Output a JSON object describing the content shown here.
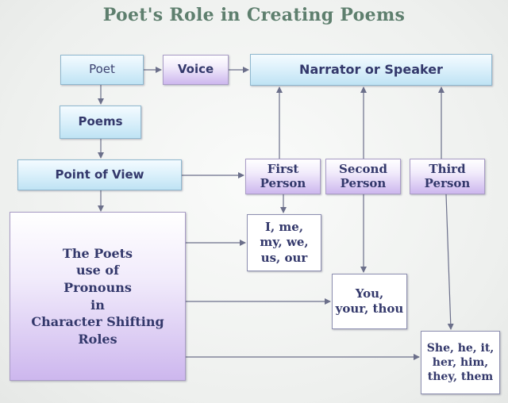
{
  "title": "Poet's Role in Creating Poems",
  "nodes": {
    "poet": "Poet",
    "voice": "Voice",
    "narrator": "Narrator or Speaker",
    "poems": "Poems",
    "point_of_view": "Point of View",
    "first_person": [
      "First",
      "Person"
    ],
    "second_person": [
      "Second",
      "Person"
    ],
    "third_person": [
      "Third",
      "Person"
    ],
    "pronoun_roles": [
      "The Poets",
      "use of",
      "Pronouns",
      "in",
      "Character Shifting",
      "Roles"
    ],
    "first_pronouns": [
      "I, me,",
      "my, we,",
      "us, our"
    ],
    "second_pronouns": [
      "You,",
      "your, thou"
    ],
    "third_pronouns": [
      "She, he, it,",
      "her, him,",
      "they, them"
    ]
  },
  "colors": {
    "title": "#5e7f6e",
    "text": "#33386b",
    "arrow": "#6b6f8a",
    "blue_box": "#cdeaf7",
    "purple_box": "#d6c3f0"
  }
}
